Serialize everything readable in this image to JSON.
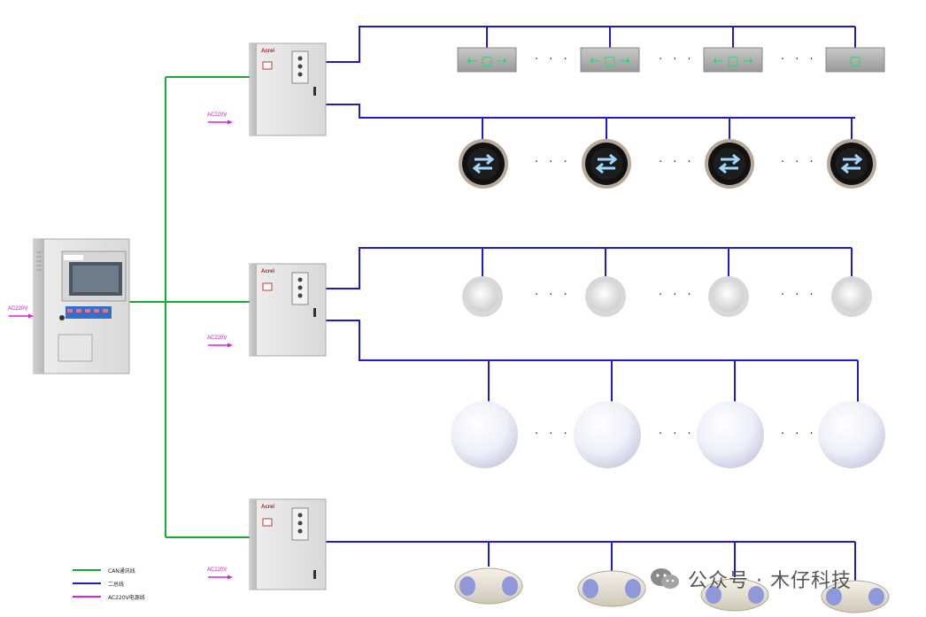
{
  "power_labels": {
    "main_panel": "AC220V",
    "sub_panel_1": "AC220V",
    "sub_panel_2": "AC220V",
    "sub_panel_3": "AC220V"
  },
  "brand": "Acrel",
  "ellipsis": "· · ·",
  "legend": [
    {
      "label": "CAN通讯线",
      "color": "#1aa832"
    },
    {
      "label": "二总线",
      "color": "#1a1ad8"
    },
    {
      "label": "AC220V电源线",
      "color": "#e020e0"
    }
  ],
  "watermark": "公众号 · 木仔科技",
  "colors": {
    "can_line": "#1aa832",
    "bus_line": "#1a1ad8",
    "power_line": "#e020e0"
  }
}
